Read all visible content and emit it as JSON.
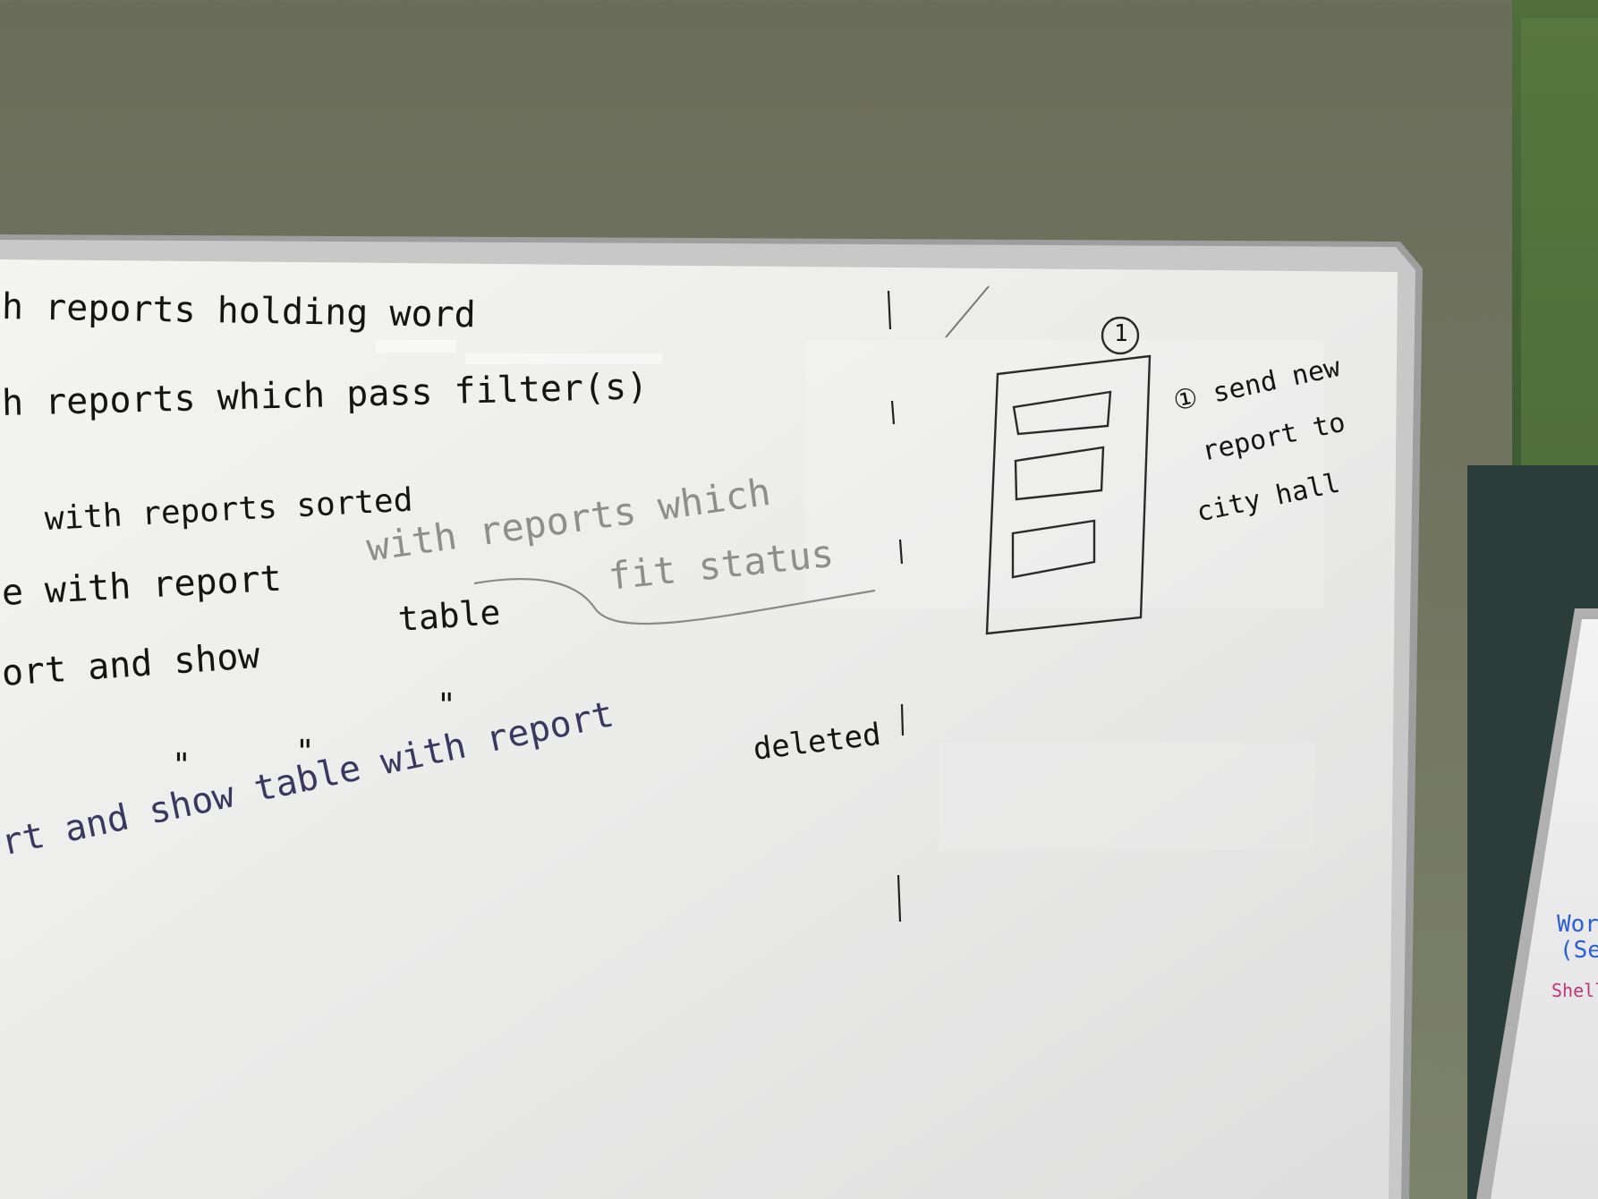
{
  "whiteboard": {
    "lines": [
      "h  reports  holding  word",
      "h  reports  which  pass  filter(s)",
      "with  reports  sorted",
      "e  with  report",
      "with  reports  which",
      "fit  status",
      "table",
      "ort  and  show",
      "\"",
      "\"",
      "\"",
      "deleted",
      "rt  and  show  table  with  report"
    ],
    "sketch_circle_number": "1",
    "note": {
      "line1": "① send  new",
      "line2": "report  to",
      "line3": "city  hall"
    }
  },
  "side_board": {
    "fragment1": "Wor",
    "fragment2": "(Se",
    "fragment3": "Shell"
  },
  "colors": {
    "wall": "#6a6d59",
    "board": "#ececec",
    "frame": "#bdbdbd",
    "ink": "#141414",
    "faint_ink": "#8e8e8e"
  }
}
